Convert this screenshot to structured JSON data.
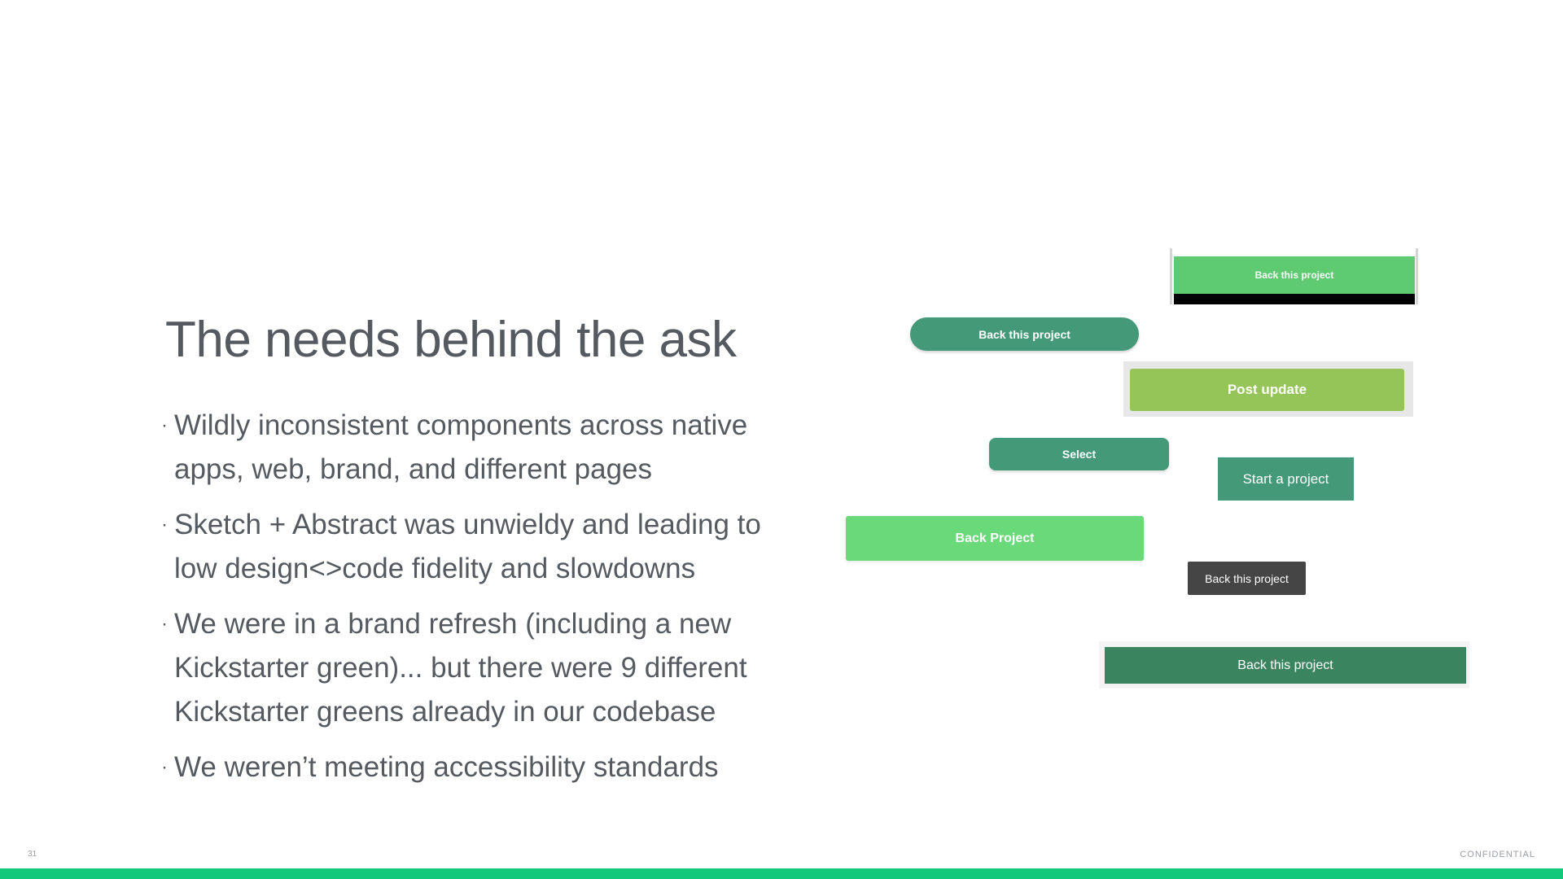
{
  "slide": {
    "title": "The needs behind the ask",
    "bullets": [
      "Wildly inconsistent components across native apps, web, brand, and different pages",
      "Sketch + Abstract was unwieldy and leading to low design<>code fidelity and slowdowns",
      "We were in a brand refresh (including a new Kickstarter green)... but there were 9 different Kickstarter greens already in our codebase",
      "We weren’t meeting accessibility standards"
    ],
    "bullet_marker": "·",
    "page_number": "31",
    "confidential": "CONFIDENTIAL",
    "accent_color": "#12c87a"
  },
  "collage": {
    "buttons": [
      {
        "label": "Back this project",
        "color": "#5ecb72"
      },
      {
        "label": "Back this project",
        "color": "#449a78"
      },
      {
        "label": "Post update",
        "color": "#95c458"
      },
      {
        "label": "Select",
        "color": "#449a78"
      },
      {
        "label": "Start a project",
        "color": "#449a78"
      },
      {
        "label": "Back Project",
        "color": "#6ad97a"
      },
      {
        "label": "Back this project",
        "color": "#454545"
      },
      {
        "label": "Back this project",
        "color": "#3a855f"
      }
    ]
  }
}
